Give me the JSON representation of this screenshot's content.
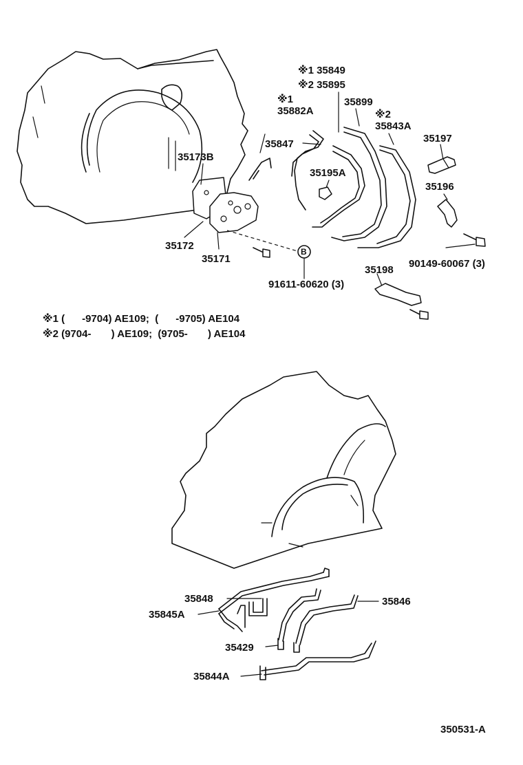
{
  "notes": {
    "mark": "※",
    "row1": "※1 (      -9704) AE109;  (      -9705) AE104",
    "row2": "※2 (9704-       ) AE109;  (9705-       ) AE104"
  },
  "circled_letter": "B",
  "labels": {
    "p35849": "※1 35849",
    "p35895": "※2 35895",
    "mark1": "※1",
    "p35882A": "35882A",
    "p35899": "35899",
    "mark2": "※2",
    "p35843A": "35843A",
    "p35197": "35197",
    "p35173B": "35173B",
    "p35847": "35847",
    "p35195A": "35195A",
    "p35196": "35196",
    "p35172": "35172",
    "p35171": "35171",
    "p90149": "90149-60067 (3)",
    "p35198": "35198",
    "p91611": "91611-60620 (3)",
    "p35848": "35848",
    "p35845A": "35845A",
    "p35846": "35846",
    "p35429": "35429",
    "p35844A": "35844A",
    "figure_id": "350531-A"
  }
}
